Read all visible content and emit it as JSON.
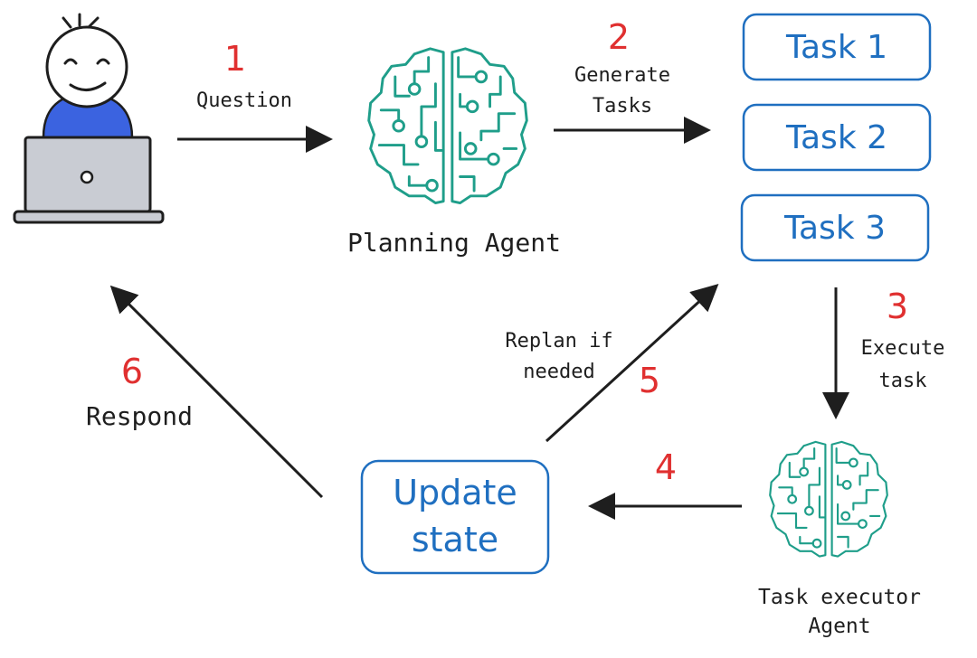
{
  "nodes": {
    "planning_agent": {
      "label": "Planning Agent"
    },
    "tasks": [
      {
        "label": "Task 1"
      },
      {
        "label": "Task 2"
      },
      {
        "label": "Task 3"
      }
    ],
    "update_state": {
      "line1": "Update",
      "line2": "state"
    },
    "task_executor": {
      "line1": "Task executor",
      "line2": "Agent"
    }
  },
  "steps": [
    {
      "number": "1",
      "label_lines": [
        "Question"
      ]
    },
    {
      "number": "2",
      "label_lines": [
        "Generate",
        "Tasks"
      ]
    },
    {
      "number": "3",
      "label_lines": [
        "Execute",
        "task"
      ]
    },
    {
      "number": "4",
      "label_lines": []
    },
    {
      "number": "5",
      "label_lines": [
        "Replan if",
        "needed"
      ]
    },
    {
      "number": "6",
      "label_lines": [
        "Respond"
      ]
    }
  ],
  "icons": {
    "user": "user-at-laptop-icon",
    "agent": "circuit-brain-icon"
  },
  "colors": {
    "step_number": "#e03030",
    "box_border": "#1f6fc0",
    "box_text": "#1f6fc0",
    "brain": "#1f9e8a",
    "user_shirt": "#3b63e0",
    "laptop": "#c9ccd3",
    "arrow": "#1e1e1e"
  }
}
